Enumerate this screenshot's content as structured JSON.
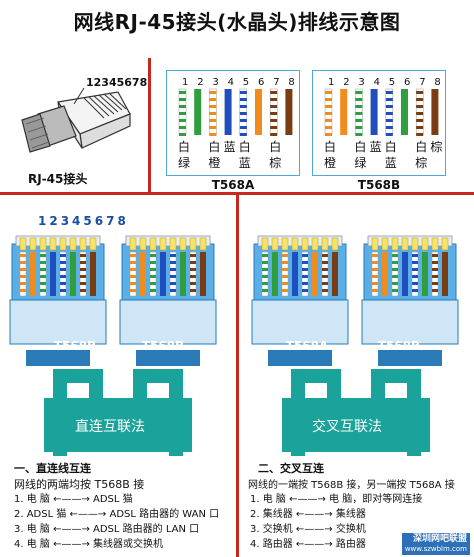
{
  "title": "网线RJ-45接头(水晶头)排线示意图",
  "plug": {
    "pin_numbers": "12345678",
    "caption": "RJ-45接头"
  },
  "standards": {
    "a": {
      "label": "T568A",
      "numbers": [
        "1",
        "2",
        "3",
        "4",
        "5",
        "6",
        "7",
        "8"
      ],
      "row1": [
        "白",
        "",
        "白",
        "蓝",
        "白",
        "",
        "白",
        ""
      ],
      "row2": [
        "绿",
        "",
        "橙",
        "",
        "蓝",
        "",
        "棕",
        ""
      ],
      "wires": [
        "wg",
        "g",
        "wo",
        "b",
        "wb",
        "o",
        "wbr",
        "br"
      ]
    },
    "b": {
      "label": "T568B",
      "numbers": [
        "1",
        "2",
        "3",
        "4",
        "5",
        "6",
        "7",
        "8"
      ],
      "row1": [
        "白",
        "",
        "白",
        "蓝",
        "白",
        "",
        "白",
        "棕"
      ],
      "row2": [
        "橙",
        "",
        "绿",
        "",
        "蓝",
        "",
        "棕",
        ""
      ],
      "wires": [
        "wo",
        "o",
        "wg",
        "b",
        "wb",
        "g",
        "wbr",
        "br"
      ]
    }
  },
  "colors": {
    "accent_red": "#c8281e",
    "cable_green": "#1aa39a",
    "connector_blue": "#4aa7e0",
    "wire_orange": "#f08c1e",
    "wire_green": "#2e9e3e",
    "wire_blue": "#1f4fbf",
    "wire_brown": "#7a3c12"
  },
  "straight": {
    "pin_numbers": "12345678",
    "left_label": "T568B",
    "right_label": "T568B",
    "cable_label": "直连互联法",
    "heading": "一、直连线互连",
    "subheading": "网线的两端均按 T568B 接",
    "lines": [
      "1. 电  脑 ←——→ ADSL 猫",
      "2. ADSL 猫 ←——→ ADSL 路由器的 WAN 口",
      "3. 电  脑 ←——→ ADSL 路由器的 LAN 口",
      "4. 电  脑 ←——→ 集线器或交换机"
    ]
  },
  "crossover": {
    "left_label": "T568A",
    "right_label": "T568B",
    "cable_label": "交叉互联法",
    "heading": "二、交叉互连",
    "subheading": "网线的一端按 T568B 接，另一端按 T568A 接",
    "lines": [
      "1. 电  脑 ←——→ 电  脑，即对等网连接",
      "2. 集线器 ←——→ 集线器",
      "3. 交换机 ←——→ 交换机",
      "4. 路由器 ←——→ 路由器"
    ]
  },
  "watermark": {
    "line1": "深圳网吧联盟",
    "line2": "www.szwblm.com"
  }
}
